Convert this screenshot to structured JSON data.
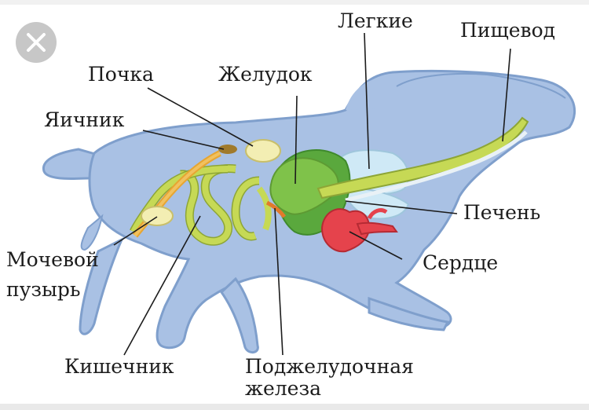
{
  "labels": {
    "pochka": "Почка",
    "zheludok": "Желудок",
    "legkie": "Легкие",
    "pishchevod": "Пищевод",
    "yaichnik": "Яичник",
    "pechen": "Печень",
    "serdtse": "Сердце",
    "mochevoy_line1": "Мочевой",
    "mochevoy_line2": "пузырь",
    "kishechnik": "Кишечник",
    "podzhel_line1": "Поджелудочная",
    "podzhel_line2": "железа"
  },
  "colors": {
    "body_fill": "#a9c1e4",
    "body_outline": "#7f9fcc",
    "intestine": "#c6d955",
    "stomach": "#7fc24a",
    "liver": "#5aa83d",
    "lungs": "#cfe9f6",
    "heart": "#e5434c",
    "kidney": "#f3eeb3",
    "ovary": "#a07a2b"
  },
  "icons": {
    "close": "close-icon"
  }
}
